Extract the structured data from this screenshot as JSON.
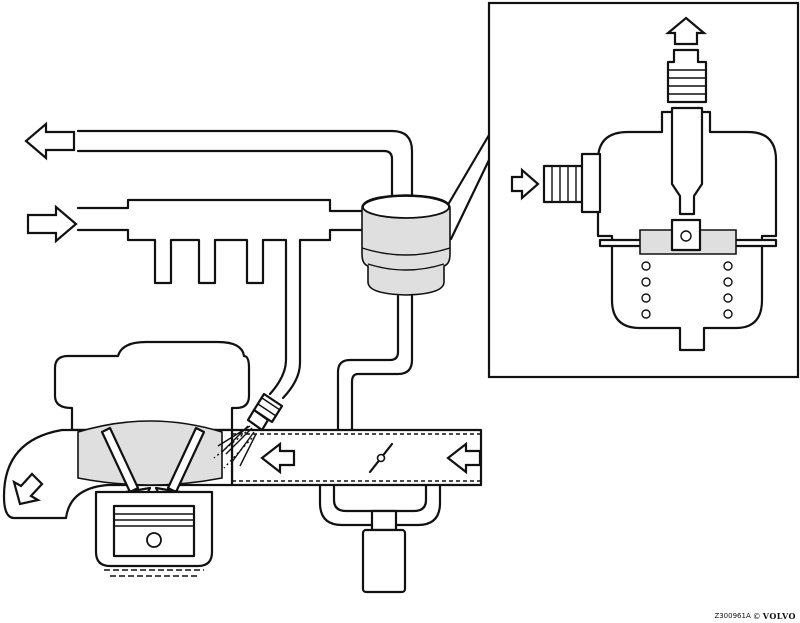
{
  "figure": {
    "reference_code": "Z300961A",
    "copyright_symbol": "©",
    "brand": "VOLVO"
  },
  "icons": {
    "return_arrow": "arrow-left-outline",
    "supply_arrow": "arrow-right-outline",
    "outlet_arrow": "arrow-up-outline"
  }
}
